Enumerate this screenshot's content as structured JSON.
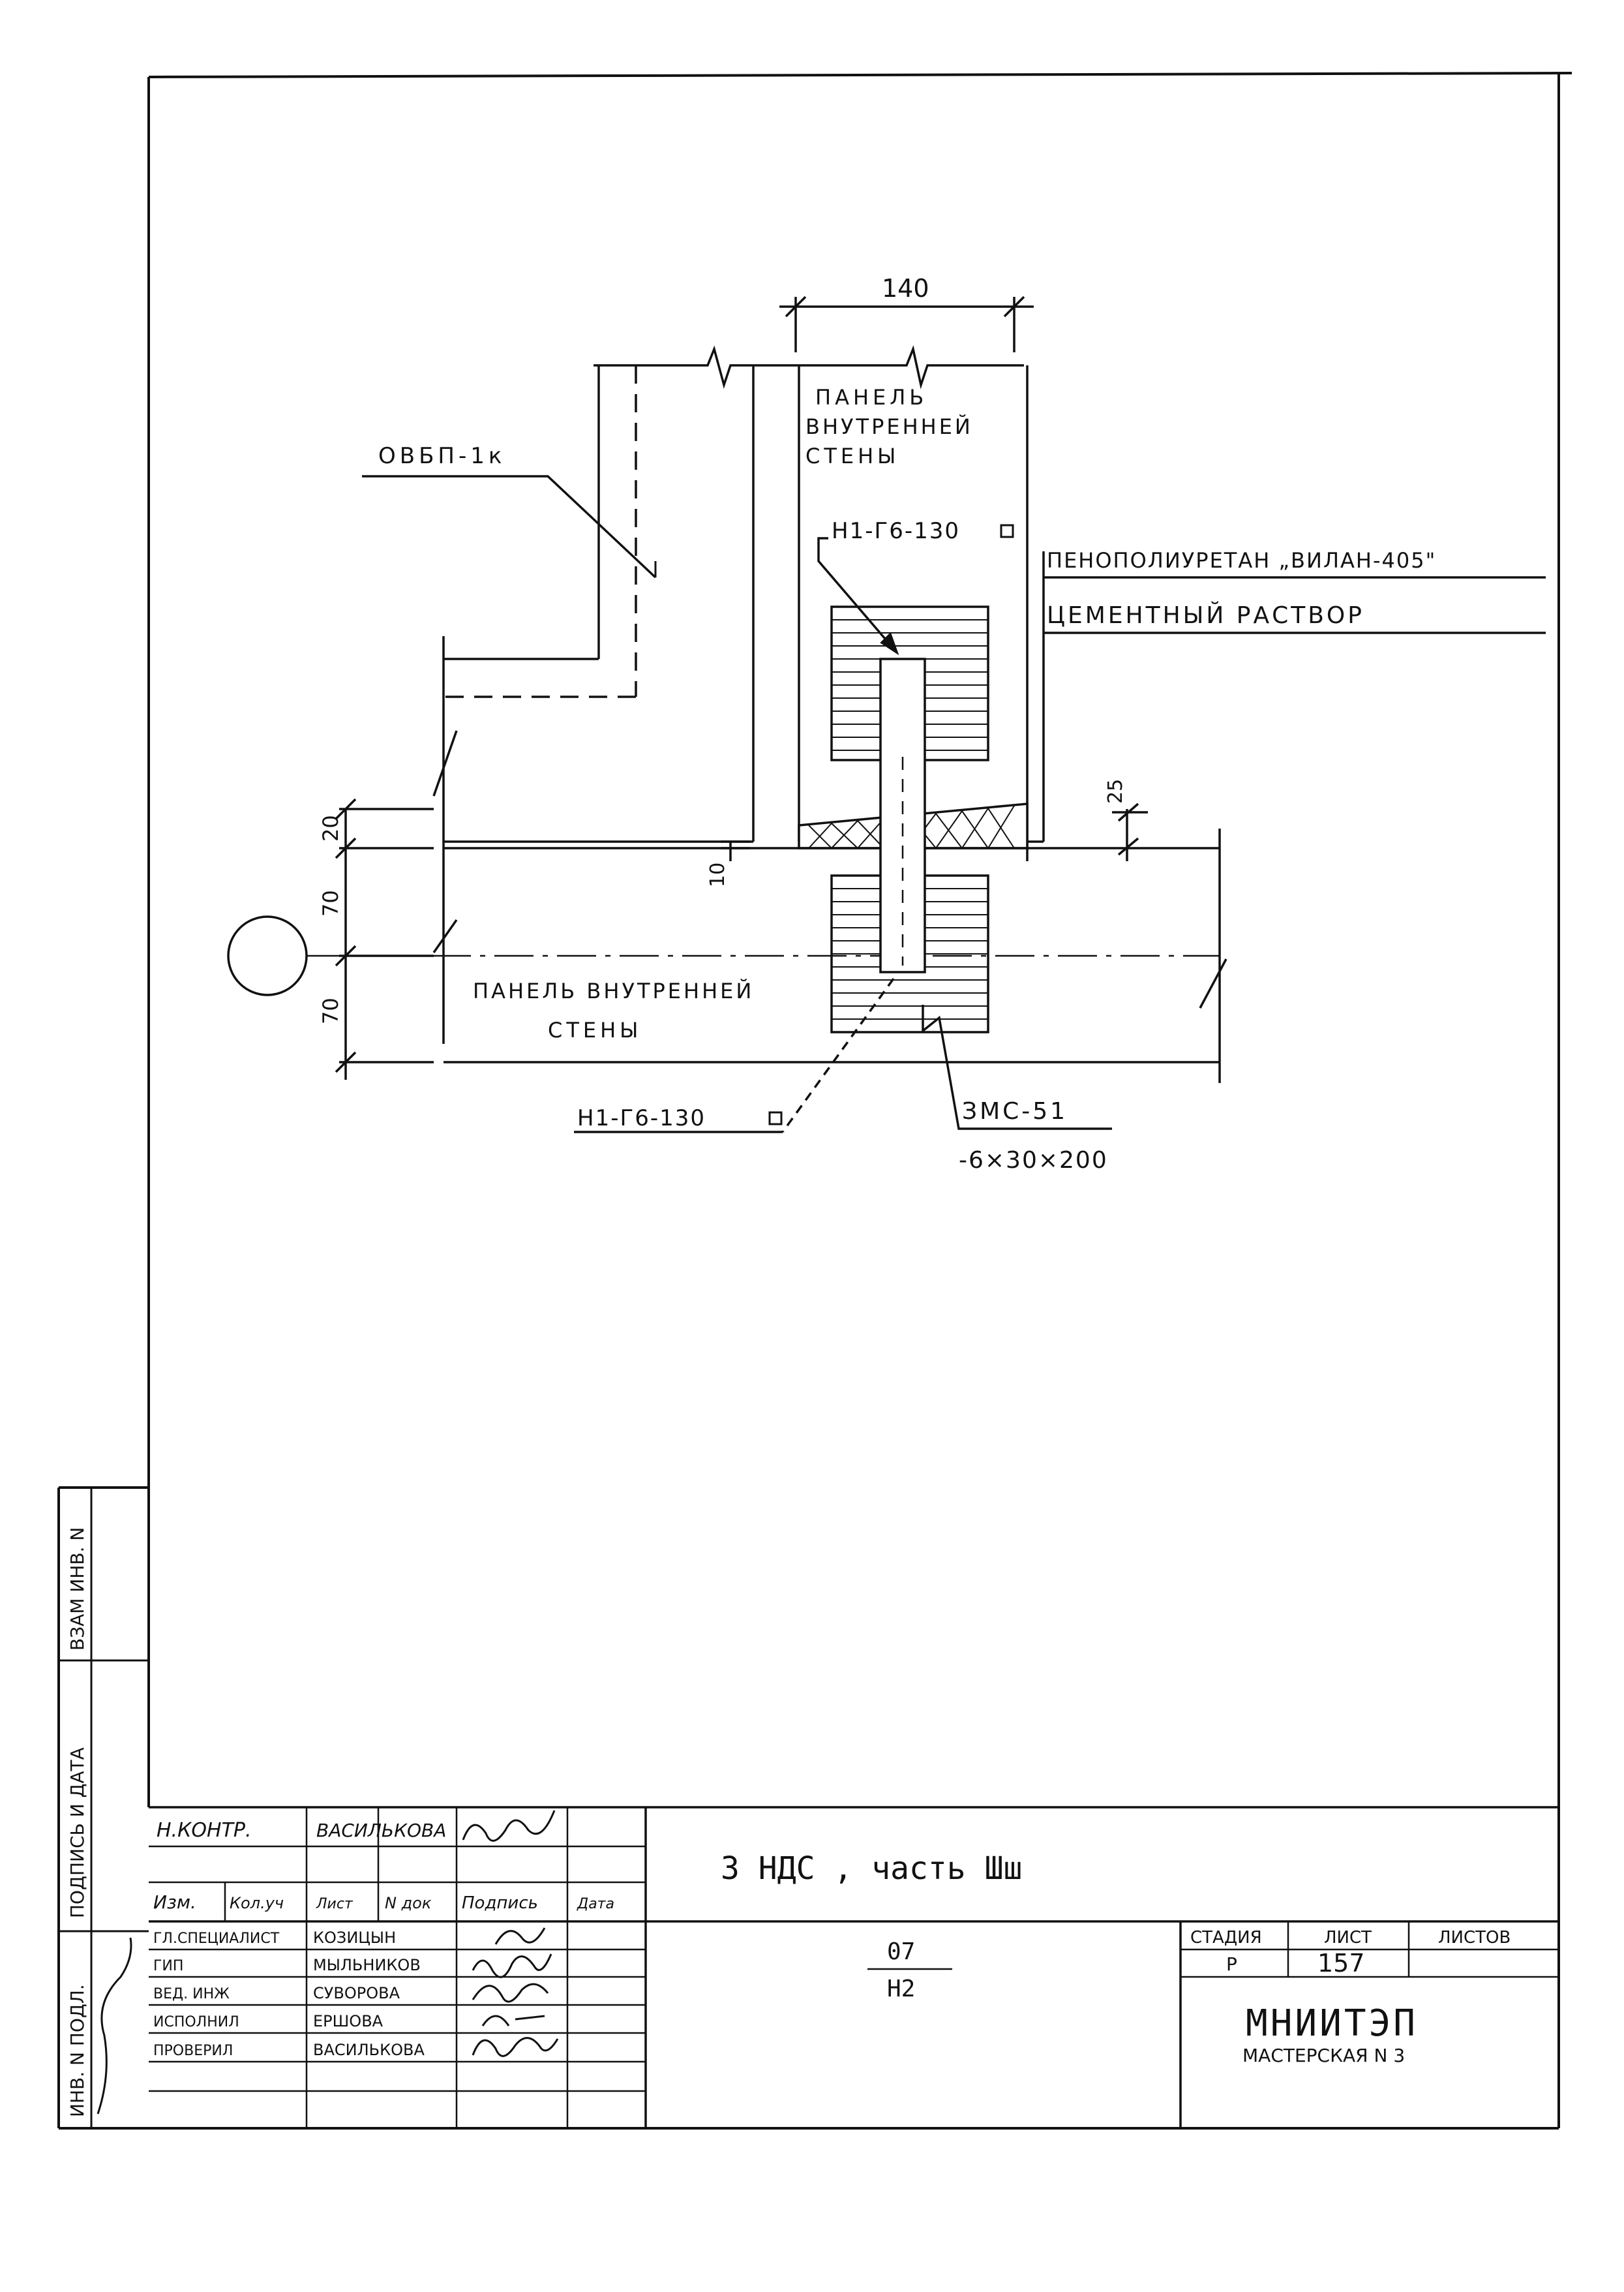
{
  "drawing": {
    "dimensions": {
      "top_width": "140",
      "d20": "20",
      "d70_upper": "70",
      "d70_lower": "70",
      "d10": "10",
      "d25": "25"
    },
    "labels": {
      "wall_panel_upper": [
        "ПАНЕЛЬ",
        "ВНУТРЕННЕЙ",
        "СТЕНЫ"
      ],
      "wall_panel_lower": [
        "ПАНЕЛЬ ВНУТРЕННЕЙ",
        "СТЕНЫ"
      ],
      "ovbp": "ОВБП-1к",
      "anchor_upper": "Н1-Г6-130",
      "anchor_lower": "Н1-Г6-130",
      "foam": "ПЕНОПОЛИУРЕТАН „ВИЛАН-405\"",
      "cement": "ЦЕМЕНТНЫЙ РАСТВОР",
      "connector_name": "ЗМС-51",
      "connector_size": "-6×30×200"
    }
  },
  "side_stamp": {
    "vzam_inv": "ВЗАМ ИНВ. N",
    "podpis_data": "ПОДПИСЬ И ДАТА",
    "inv_podl": "ИНВ. N ПОДЛ."
  },
  "title_block": {
    "n_kontr_role": "Н.КОНТР.",
    "n_kontr_name": "ВАСИЛЬКОВА",
    "headers": [
      "Изм.",
      "Кол.уч",
      "Лист",
      "N док",
      "Подпись",
      "Дата"
    ],
    "rows": [
      {
        "role": "ГЛ.СПЕЦИАЛИСТ",
        "name": "КОЗИЦЫН"
      },
      {
        "role": "ГИП",
        "name": "МЫЛЬНИКОВ"
      },
      {
        "role": "ВЕД. ИНЖ",
        "name": "СУВОРОВА"
      },
      {
        "role": "ИСПОЛНИЛ",
        "name": "ЕРШОВА"
      },
      {
        "role": "ПРОВЕРИЛ",
        "name": "ВАСИЛЬКОВА"
      }
    ],
    "project_title": "3 НДС , часть Шш",
    "code_top": "07",
    "code_bottom": "Н2",
    "stage_label": "СТАДИЯ",
    "sheet_label": "ЛИСТ",
    "sheets_label": "ЛИСТОВ",
    "stage_value": "Р",
    "sheet_value": "157",
    "sheets_value": "",
    "org": "МНИИТЭП",
    "workshop": "МАСТЕРСКАЯ N 3"
  }
}
